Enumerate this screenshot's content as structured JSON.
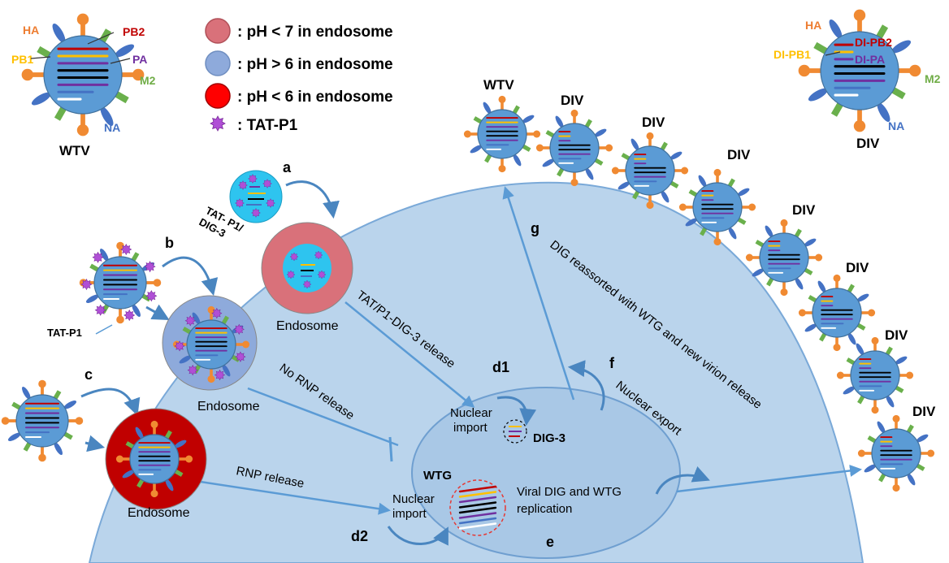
{
  "colors": {
    "cell_fill": "#bad4ec",
    "cell_stroke": "#7aa9d8",
    "nucleus_fill": "#a9c8e6",
    "virion_body": "#5b9bd5",
    "endosome_acid_outer": "#d9717a",
    "endosome_neutral_outer": "#8eaadb",
    "endosome_strong_outer": "#c00000",
    "inner_blue": "#2ec4ef",
    "tat_p1": "#b04fd6",
    "arrow": "#5b9bd5",
    "ha_spike": "#f08a32",
    "m2_spike": "#6ab04c",
    "na_spike": "#4472c4",
    "pb2": "#c00000",
    "pb1": "#ffc000",
    "pa": "#7030a0",
    "m2_label": "#70ad47",
    "na_label": "#4472c4",
    "ha_label": "#ed7d31"
  },
  "legend": {
    "acid": ": pH < 7 in endosome",
    "neutral": ": pH > 6 in endosome",
    "strong": ": pH < 6 in endosome",
    "tat": ": TAT-P1"
  },
  "wtv_model": {
    "ha": "HA",
    "pb2": "PB2",
    "pb1": "PB1",
    "pa": "PA",
    "m2": "M2",
    "na": "NA",
    "name": "WTV"
  },
  "div_model": {
    "ha": "HA",
    "pb2": "DI-PB2",
    "pb1": "DI-PB1",
    "pa": "DI-PA",
    "m2": "M2",
    "na": "NA",
    "name": "DIV"
  },
  "labels": {
    "a": "a",
    "b": "b",
    "c": "c",
    "d1": "d1",
    "d2": "d2",
    "e": "e",
    "f": "f",
    "g": "g",
    "tat_dig_line1": "TAT- P1/",
    "tat_dig_line2": "DIG-3",
    "tat_p1_label": "TAT-P1",
    "endosome_a": "Endosome",
    "endosome_b": "Endosome",
    "endosome_c": "Endosome",
    "tat_release": "TAT/P1-DIG-3 release",
    "no_rnp": "No RNP release",
    "rnp_release": "RNP release",
    "nuclear_import_1a": "Nuclear",
    "nuclear_import_1b": "import",
    "nuclear_import_2a": "Nuclear",
    "nuclear_import_2b": "import",
    "dig3": "DIG-3",
    "wtg": "WTG",
    "replication_1": "Viral DIG and WTG",
    "replication_2": "replication",
    "nuclear_export": "Nuclear export",
    "reassort": "DIG reassorted with WTG and  new virion release",
    "progeny_wtv": "WTV",
    "progeny_div": "DIV"
  }
}
